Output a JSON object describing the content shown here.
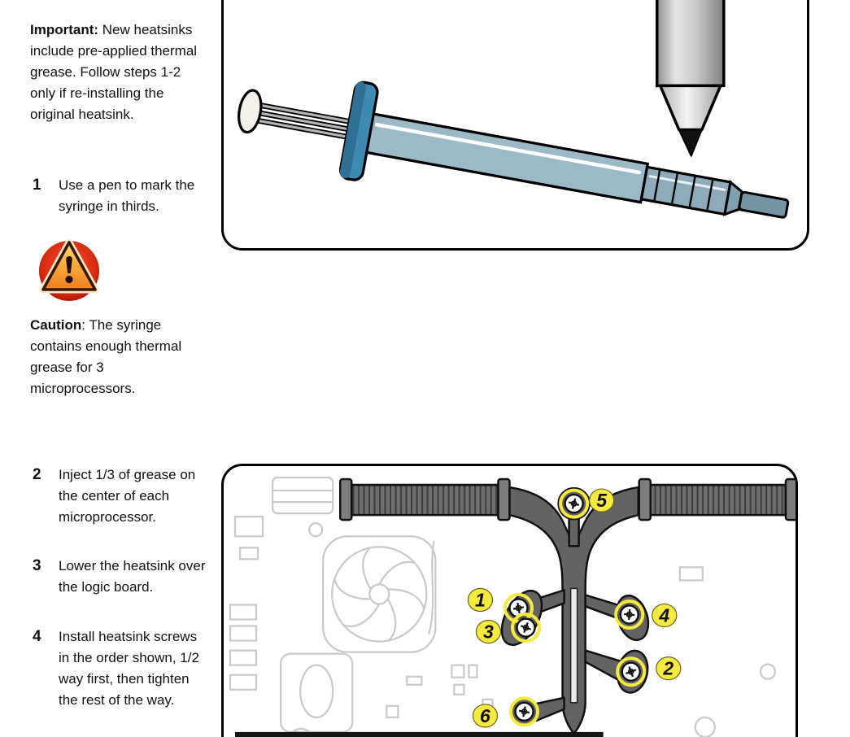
{
  "sidebar": {
    "important": {
      "label": "Important:",
      "text": "New heatsinks include pre-applied thermal grease. Follow steps 1-2 only if re-installing the original heatsink."
    },
    "caution": {
      "label": "Caution",
      "text": ": The syringe contains enough thermal grease for 3 microprocessors."
    },
    "warning_icon": "warning-triangle",
    "steps": [
      {
        "num": "1",
        "text": "Use a pen to mark the syringe in thirds."
      },
      {
        "num": "2",
        "text": "Inject 1/3 of grease on the center of each microprocessor."
      },
      {
        "num": "3",
        "text": "Lower the heatsink over the logic board."
      },
      {
        "num": "4",
        "text": "Install heatsink screws in the order shown, 1/2 way first, then tighten the rest of the way."
      }
    ]
  },
  "figures": {
    "syringe_panel": {
      "contents": [
        "thermal-grease-syringe",
        "marker-pen"
      ]
    },
    "board_panel": {
      "contents": [
        "logic-board-lineart",
        "heatsink"
      ],
      "callouts": [
        "1",
        "2",
        "3",
        "4",
        "5",
        "6"
      ]
    }
  },
  "colors": {
    "callout_yellow": "#f6e93f",
    "syringe_blue": "#9cb9c7",
    "flange_blue": "#3e8ab0",
    "heatsink_gray": "#636363",
    "lineart_gray": "#c9c9c9",
    "warning_red": "#d92c10",
    "warning_orange": "#f7a437"
  }
}
